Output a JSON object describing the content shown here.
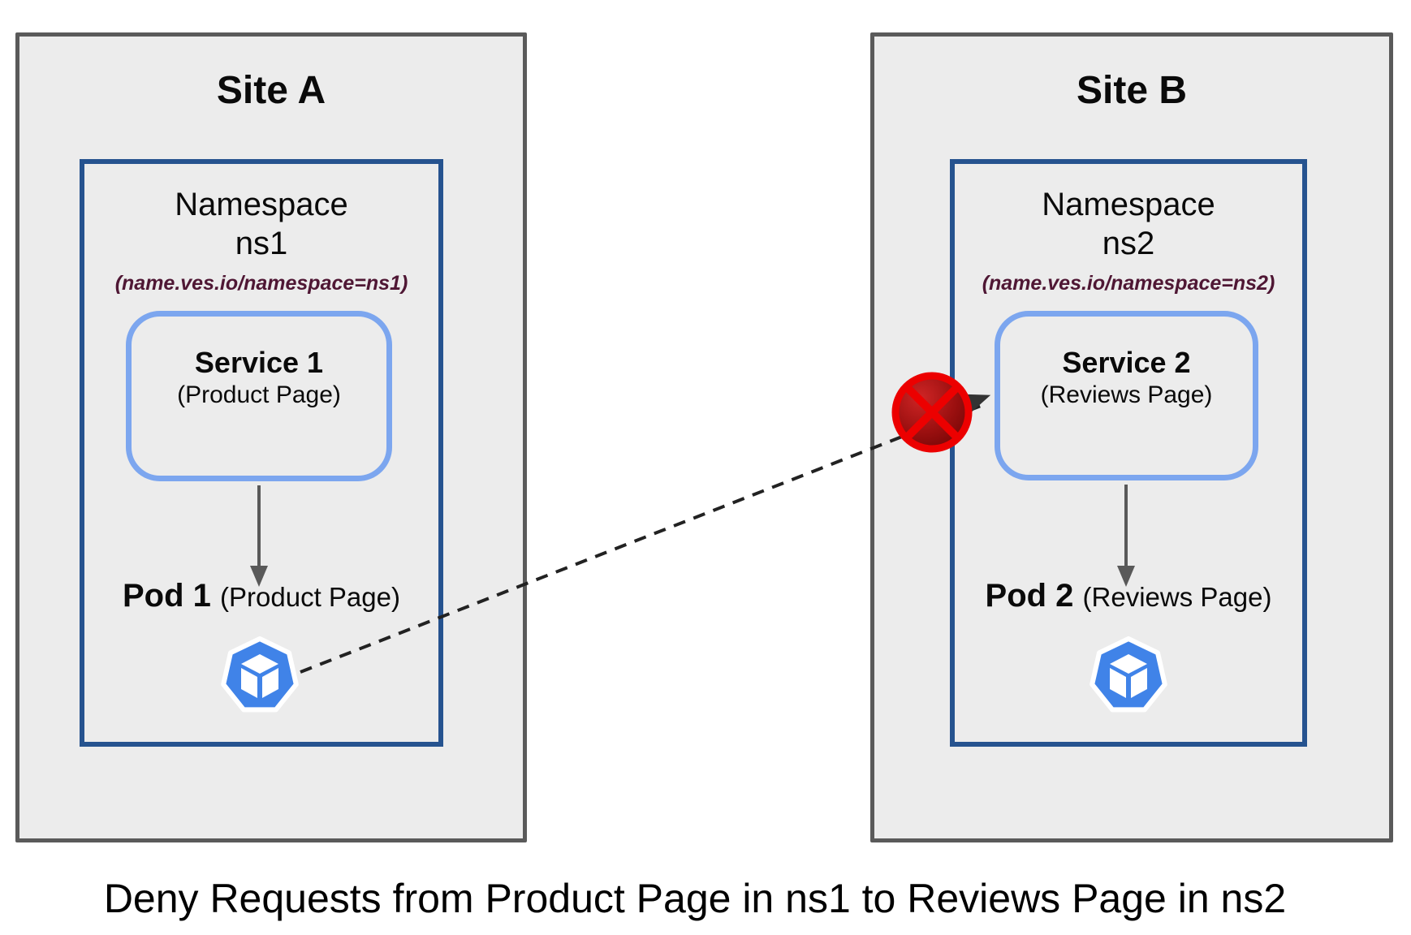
{
  "caption": "Deny Requests from Product Page in ns1 to Reviews Page in ns2",
  "sites": [
    {
      "title": "Site A",
      "namespace": {
        "name": "Namespace",
        "id": "ns1",
        "annotation": "(name.ves.io/namespace=ns1)"
      },
      "service": {
        "name": "Service 1",
        "subtitle": "(Product Page)"
      },
      "pod": {
        "name": "Pod 1",
        "subtitle": "(Product Page)"
      }
    },
    {
      "title": "Site B",
      "namespace": {
        "name": "Namespace",
        "id": "ns2",
        "annotation": "(name.ves.io/namespace=ns2)"
      },
      "service": {
        "name": "Service 2",
        "subtitle": "(Reviews Page)"
      },
      "pod": {
        "name": "Pod 2",
        "subtitle": "(Reviews Page)"
      }
    }
  ],
  "icons": {
    "deny": "deny-crossed-circle-icon",
    "pod": "kubernetes-pod-icon",
    "arrow": "down-arrow",
    "connector": "dashed-request-line"
  },
  "colors": {
    "text": "#0a0a0a",
    "site_fill": "#ececec",
    "site_border": "#5a5a5a",
    "namespace_border": "#26538f",
    "service_border": "#7ca6ef",
    "arrow": "#595959",
    "dashed_line": "#222222",
    "deny_ring": "#ec0000",
    "deny_fill_light": "#cf2525",
    "deny_fill_dark": "#6e0404",
    "pod_blue": "#4083e8",
    "annotation_maroon": "#4f1734"
  }
}
